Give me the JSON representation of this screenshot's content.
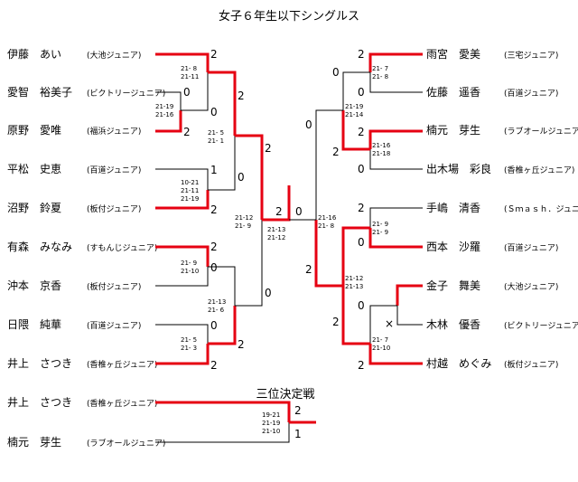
{
  "title": "女子６年生以下シングルス",
  "third_place_title": "三位決定戦",
  "colors": {
    "win": "#e60012",
    "lose": "#000000"
  },
  "left_players": [
    {
      "name": "伊藤　あい",
      "club": "(大池ジュニア)"
    },
    {
      "name": "愛智　裕美子",
      "club": "(ビクトリージュニア)"
    },
    {
      "name": "原野　愛唯",
      "club": "(福浜ジュニア)"
    },
    {
      "name": "平松　史恵",
      "club": "(百道ジュニア)"
    },
    {
      "name": "沼野　鈴夏",
      "club": "(板付ジュニア)"
    },
    {
      "name": "有森　みなみ",
      "club": "(すもんじジュニア)"
    },
    {
      "name": "沖本　京香",
      "club": "(板付ジュニア)"
    },
    {
      "name": "日隈　純華",
      "club": "(百道ジュニア)"
    },
    {
      "name": "井上　さつき",
      "club": "(香椎ヶ丘ジュニア)"
    }
  ],
  "right_players": [
    {
      "name": "雨宮　愛美",
      "club": "(三宅ジュニア)"
    },
    {
      "name": "佐藤　遥香",
      "club": "(百道ジュニア)"
    },
    {
      "name": "楠元　芽生",
      "club": "(ラブオールジュニア)"
    },
    {
      "name": "出木場　彩良",
      "club": "(香椎ヶ丘ジュニア)"
    },
    {
      "name": "手嶋　清香",
      "club": "(Ｓｍａｓｈ．ジュニア)"
    },
    {
      "name": "西本　沙羅",
      "club": "(百道ジュニア)"
    },
    {
      "name": "金子　舞美",
      "club": "(大池ジュニア)"
    },
    {
      "name": "木林　優香",
      "club": "(ビクトリージュニア)"
    },
    {
      "name": "村越　めぐみ",
      "club": "(板付ジュニア)"
    }
  ],
  "third_place_players": [
    {
      "name": "井上　さつき",
      "club": "(香椎ヶ丘ジュニア)"
    },
    {
      "name": "楠元　芽生",
      "club": "(ラブオールジュニア)"
    }
  ],
  "results": [
    "2",
    "0",
    "2",
    "0",
    "2",
    "2",
    "0",
    "0",
    "2",
    "1",
    "2",
    "2",
    "0",
    "2",
    "0",
    "2",
    "0",
    "0",
    "2",
    "0",
    "2",
    "2",
    "0",
    "2",
    "0",
    "2",
    "0",
    "2",
    "0",
    "2",
    "1"
  ],
  "scores": [
    [
      "21- 8",
      "21-11"
    ],
    [
      "21-19",
      "21-16"
    ],
    [
      "10-21",
      "21-11",
      "21-19"
    ],
    [
      "21- 5",
      "21- 1"
    ],
    [
      "21- 9",
      "21-10"
    ],
    [
      "21-13",
      "21- 6"
    ],
    [
      "21- 5",
      "21- 3"
    ],
    [
      "21-12",
      "21- 9"
    ],
    [
      "21-13",
      "21-12"
    ],
    [
      "21- 7",
      "21- 8"
    ],
    [
      "21-19",
      "21-14"
    ],
    [
      "21-16",
      "21-18"
    ],
    [
      "21-16",
      "21- 8"
    ],
    [
      "21- 9",
      "21- 9"
    ],
    [
      "21-12",
      "21-13"
    ],
    [
      "21- 7",
      "21-10"
    ],
    [
      "19-21",
      "21-19",
      "21-10"
    ]
  ],
  "walkover_mark": "×"
}
